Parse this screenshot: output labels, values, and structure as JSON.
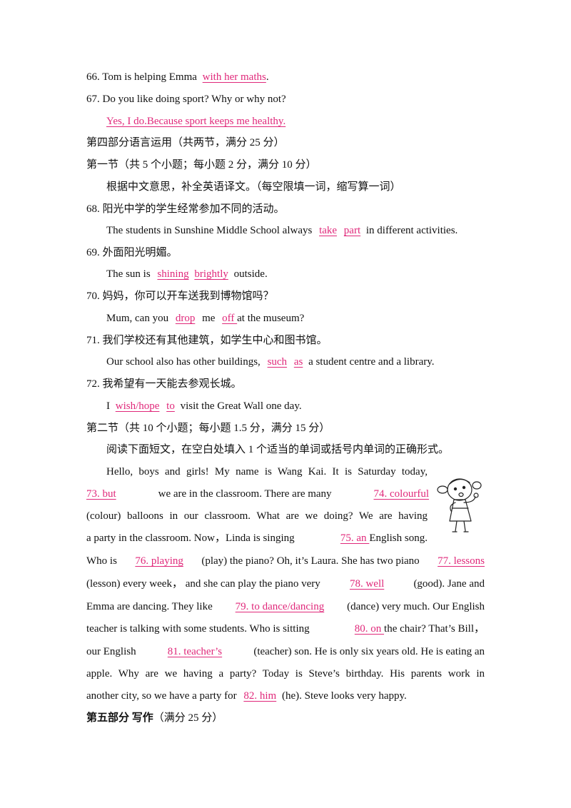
{
  "q66": {
    "num": "66.",
    "text": "Tom is helping Emma",
    "ans": "with her maths",
    "end": "."
  },
  "q67": {
    "num": "67.",
    "text": "Do you like doing sport? Why or why not?",
    "ans": "Yes, I do.Because sport keeps me healthy."
  },
  "part4": {
    "title": "第四部分语言运用（共两节，满分 25 分）"
  },
  "sec1": {
    "title": "第一节（共 5 个小题；每小题 2 分，满分 10 分）",
    "instruction": "根据中文意思，补全英语译文。（每空限填一词，缩写算一词）"
  },
  "q68": {
    "num": "68.",
    "cn": "阳光中学的学生经常参加不同的活动。",
    "pre": "The students in Sunshine Middle School always",
    "a1": "take",
    "a2": "part",
    "post": "in different activities."
  },
  "q69": {
    "num": "69.",
    "cn": "外面阳光明媚。",
    "pre": "The sun is",
    "a1": "shining",
    "a2": "brightly",
    "post": "outside."
  },
  "q70": {
    "num": "70.",
    "cn": "妈妈，你可以开车送我到博物馆吗？",
    "pre": "Mum, can you",
    "a1": "drop",
    "mid": "me",
    "a2": "off ",
    "post": "at the museum?"
  },
  "q71": {
    "num": "71.",
    "cn": "我们学校还有其他建筑，如学生中心和图书馆。",
    "pre": "Our school also has other buildings,",
    "a1": "such",
    "a2": "as",
    "post": "a student centre and a library."
  },
  "q72": {
    "num": "72.",
    "cn": "我希望有一天能去参观长城。",
    "pre": "I",
    "a1": "wish/hope",
    "a2": "to",
    "post": "visit the Great Wall one day."
  },
  "sec2": {
    "title": "第二节（共 10 个小题；每小题 1.5 分，满分 15 分）",
    "instruction": "阅读下面短文，在空白处填入 1 个适当的单词或括号内单词的正确形式。"
  },
  "passage": {
    "r1": "Hello, boys and girls! My name is Wang Kai. It is Saturday today,",
    "b73": "73.  but ",
    "r2a": "we are in the classroom. There are many",
    "b74": "74.  colourful ",
    "r3": "(colour) balloons in our classroom. What are we doing? We are having",
    "r4a": "a party in the classroom. Now，Linda is singing",
    "b75": "75.  an ",
    "r4b": "English song.",
    "r5a": "Who is",
    "b76": "76.  playing",
    "r5b": "(play) the piano? Oh, it’s Laura. She has two piano",
    "b77": "77.  lessons",
    "r6a": "(lesson) every week， and she can play the piano very",
    "b78": "78.  well",
    "r6b": "(good). Jane and",
    "r7a": "Emma are dancing. They like",
    "b79": "79.  to dance/dancing",
    "r7b": "(dance) very much. Our English",
    "r8a": "teacher is talking with some students. Who is sitting",
    "b80": "80.  on ",
    "r8b": "the chair? That’s Bill，",
    "r9a": "our English",
    "b81": "81.  teacher’s",
    "r9b": "(teacher) son. He is only six years old. He is eating an",
    "r10": "apple. Why are we having a party? Today is Steve’s birthday. His parents work in",
    "r11a": "another city, so we have a party for",
    "b82": "82.  him",
    "r11b": "(he). Steve looks very happy."
  },
  "part5": {
    "title_bold": "第五部分  写作",
    "title_rest": "（满分 25 分）"
  }
}
